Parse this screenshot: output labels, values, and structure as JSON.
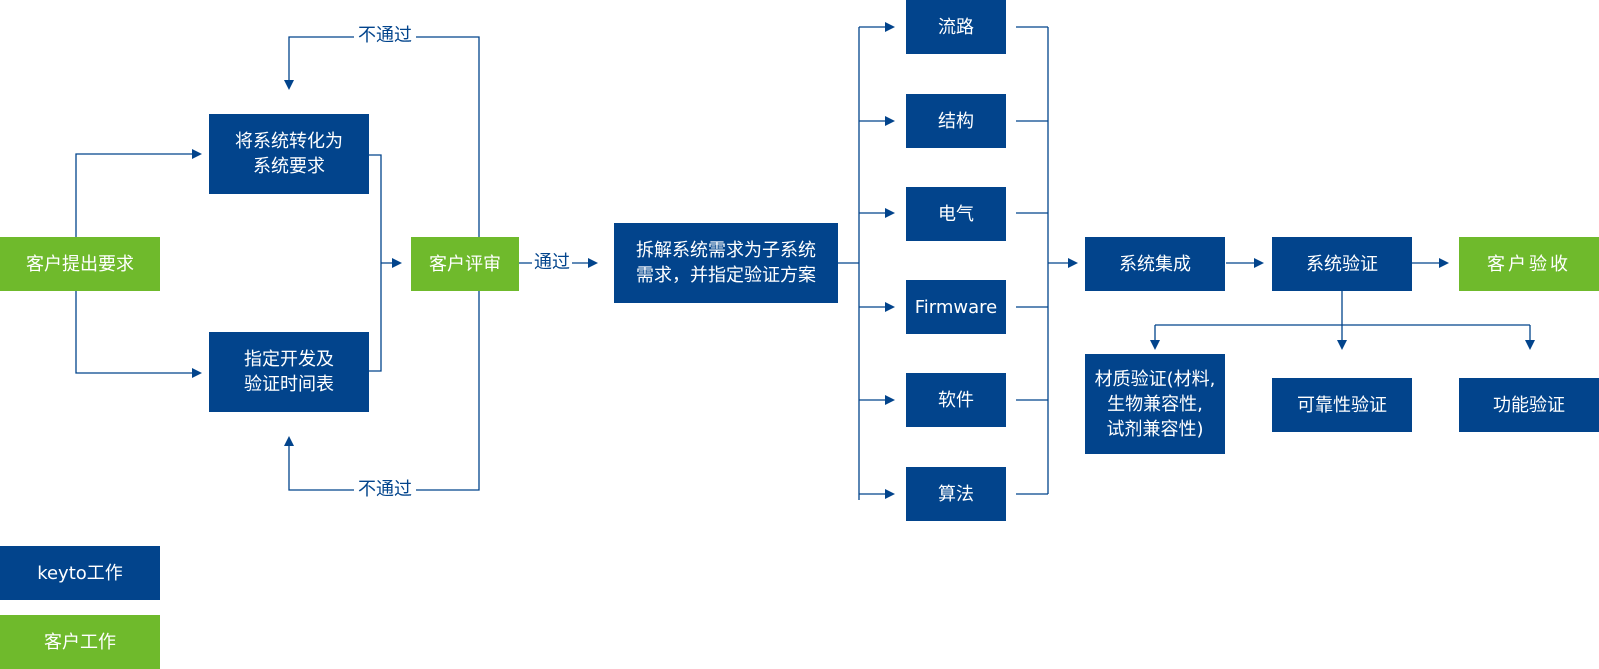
{
  "colors": {
    "keyto": "#02448c",
    "customer": "#6fba2c",
    "line": "#02448c"
  },
  "nodes": {
    "customer_request": "客户提出要求",
    "convert_system": "将系统转化为\n系统要求",
    "schedule": "指定开发及\n验证时间表",
    "customer_review": "客户评审",
    "decompose": "拆解系统需求为子系统\n需求，并指定验证方案",
    "subsystems": [
      "流路",
      "结构",
      "电气",
      "Firmware",
      "软件",
      "算法"
    ],
    "integration": "系统集成",
    "verification": "系统验证",
    "acceptance": "客户验收",
    "material_verification": "材质验证(材料,\n生物兼容性,\n试剂兼容性)",
    "reliability_verification": "可靠性验证",
    "function_verification": "功能验证"
  },
  "edge_labels": {
    "fail_top": "不通过",
    "fail_bottom": "不通过",
    "pass": "通过"
  },
  "legend": [
    {
      "label": "keyto工作",
      "type": "keyto"
    },
    {
      "label": "客户工作",
      "type": "customer"
    }
  ]
}
